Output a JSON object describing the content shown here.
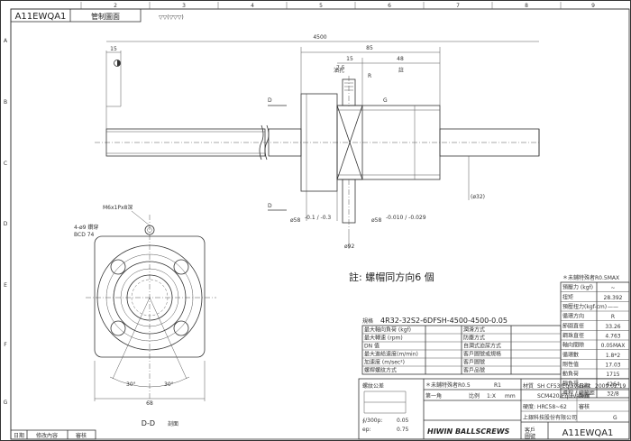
{
  "title_block_top": {
    "drawing_no": "A11EWQA1",
    "view_label": "管制圖面",
    "roughness": "▽▽(▽▽▽)"
  },
  "grid": {
    "columns": [
      "1",
      "2",
      "3",
      "4",
      "5",
      "6",
      "7",
      "8",
      "9"
    ],
    "rows": [
      "A",
      "B",
      "C",
      "D",
      "E",
      "F",
      "G"
    ]
  },
  "dims": {
    "total_length": "4500",
    "nut_length": "85",
    "d15_left": "15",
    "d15_nut": "15",
    "d48": "48",
    "oil_hole": "油孔",
    "d7_5": "7.5",
    "note_mark": "註",
    "shaft_dia": "(ø32)",
    "flange_dia": "ø92",
    "nut_dia_left": "ø58",
    "nut_dia_left_tol": "-0.1 / -0.3",
    "nut_dia_right": "ø58",
    "nut_dia_right_tol": "-0.010 / -0.029",
    "section_mark": "D",
    "g_mark": "G",
    "r_mark": "R"
  },
  "section_view": {
    "tap": "M6x1Px8深",
    "holes": "4-ø9 鑽穿",
    "bcd": "BCD 74",
    "angle_left": "30°",
    "angle_right": "30°",
    "width": "68",
    "label": "D-D",
    "label_sub": "剖面"
  },
  "note": "註: 螺帽同方向6 個",
  "spec": {
    "label": "規格",
    "value": "4R32-32S2-6DFSH-4500-4500-0.05"
  },
  "right_table": {
    "header": "＊未鋪特殊者R0.5MAX",
    "rows": [
      {
        "label": "預壓力 (kgf)",
        "value": "~"
      },
      {
        "label": "扭矩",
        "value": "28.392"
      },
      {
        "label": "預壓扭力(kgf-cm)",
        "value": "——"
      },
      {
        "label": "循環方向",
        "value": "R"
      },
      {
        "label": "節圓直徑",
        "value": "33.26"
      },
      {
        "label": "鋼珠直徑",
        "value": "4.763"
      },
      {
        "label": "軸向間隙",
        "value": "0.05MAX"
      },
      {
        "label": "循環數",
        "value": "1.8*2"
      },
      {
        "label": "剛性值",
        "value": "17.03"
      },
      {
        "label": "動負荷",
        "value": "1715"
      },
      {
        "label": "靜負荷",
        "value": "4264"
      },
      {
        "label": "導程 / 總節距",
        "value": "32/8"
      }
    ]
  },
  "left_table": [
    {
      "label": "最大軸向負荷  (kgf)",
      "mid": "潤滑方式",
      "val": ""
    },
    {
      "label": "最大轉速  (rpm)",
      "mid": "防塵方式",
      "val": ""
    },
    {
      "label": "DN 值",
      "mid": "自潤式迫尿方式",
      "val": ""
    },
    {
      "label": "最大進給速度(m/min)",
      "mid": "客戶圖號或規格",
      "val": ""
    },
    {
      "label": "加速度  (m/sec²)",
      "mid": "客戶圖號",
      "val": ""
    },
    {
      "label": "螺桿螺紋方式",
      "mid": "客戶品號",
      "val": ""
    }
  ],
  "bottom_block": {
    "tolerance_note": "螺紋公差",
    "t300": "∮/300p:",
    "t300_val": "0.05",
    "ep": "ep:",
    "ep_val": "0.75",
    "mark_note": "＊未鋪特殊者R0.5",
    "r1": "R1",
    "mat_label": "材質",
    "mat_nut": "SCM420/Equivalent",
    "mat_shaft": "SH CF53/Equivalent",
    "hardness": "硬度: HRC58~62",
    "date_label": "日期",
    "date": "2009.02.19",
    "drawn_label": "製圖",
    "checked_label": "審核",
    "customer_label": "客戶",
    "drawing_no_label": "圖號",
    "drawing_no": "A11EWQA1",
    "company": "HIWIN BALLSCREWS",
    "company_cn": "上銀科技股份有限公司",
    "scale_label": "比例",
    "scale": "1:X",
    "unit": "mm",
    "proj": "第一角",
    "mfg_code": "G"
  },
  "revision": {
    "c1": "日期",
    "c2": "修改內容",
    "c3": "審核"
  }
}
